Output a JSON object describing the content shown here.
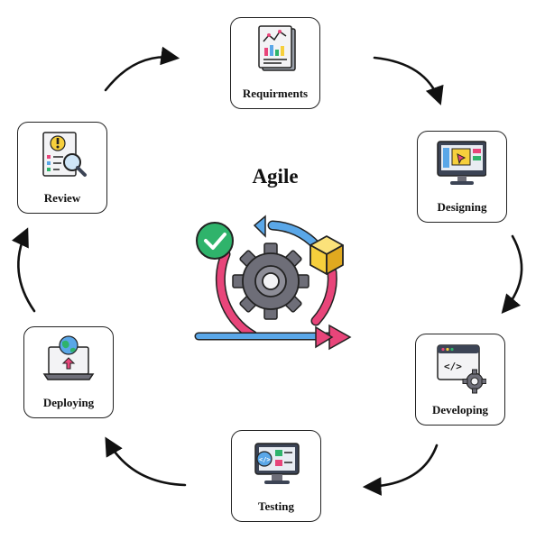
{
  "diagram": {
    "title": "Agile",
    "steps": [
      {
        "label": "Requirments",
        "icon": "report-chart-icon"
      },
      {
        "label": "Designing",
        "icon": "monitor-design-icon"
      },
      {
        "label": "Developing",
        "icon": "code-window-gear-icon"
      },
      {
        "label": "Testing",
        "icon": "monitor-test-icon"
      },
      {
        "label": "Deploying",
        "icon": "laptop-globe-upload-icon"
      },
      {
        "label": "Review",
        "icon": "document-magnifier-icon"
      }
    ],
    "center_icon": "agile-cycle-gear-icon"
  },
  "colors": {
    "accent_pink": "#e8457a",
    "accent_blue": "#5aa7e8",
    "accent_green": "#2fb36b",
    "accent_yellow": "#f6cf3c",
    "gear_gray": "#6e6e78",
    "arrow": "#111111"
  }
}
